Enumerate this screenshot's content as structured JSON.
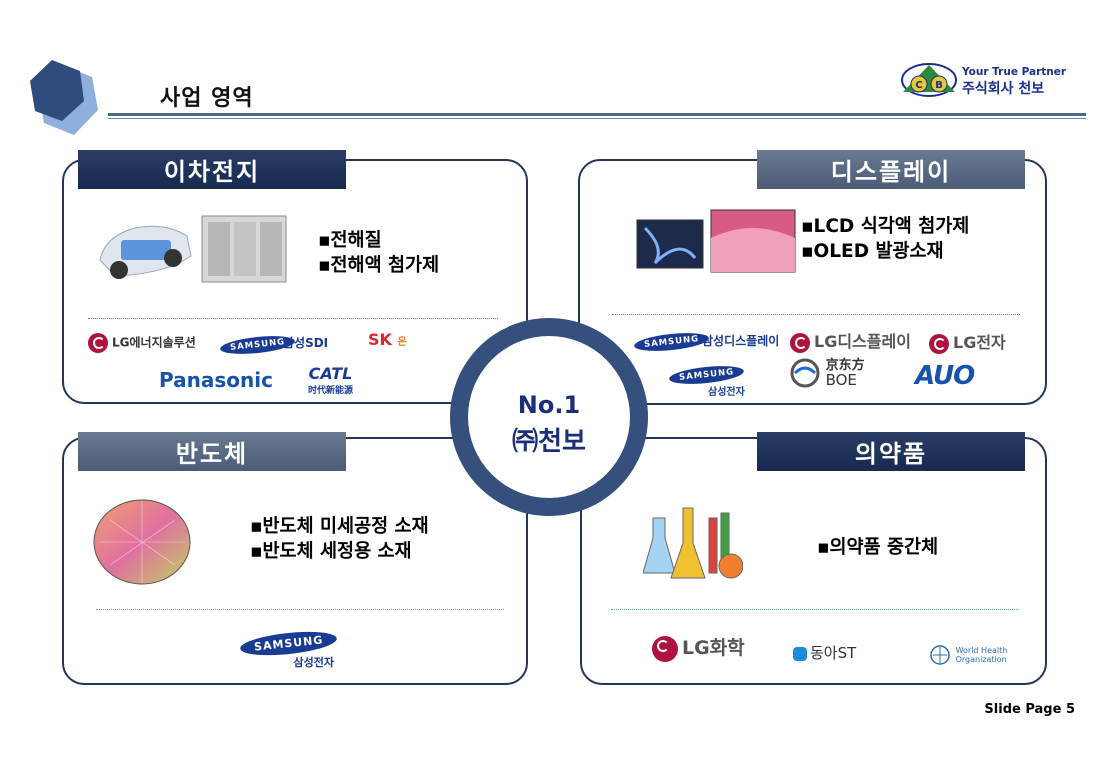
{
  "header": {
    "title": "사업 영역",
    "company_tagline": "Your True Partner",
    "company_name": "주식회사 천보",
    "company_logo_letters": [
      "C",
      "B"
    ]
  },
  "panels": {
    "battery": {
      "tab": "이차전지",
      "bullets": [
        "▪전해질",
        "▪전해액 첨가제"
      ],
      "customers": [
        "LG에너지솔루션",
        "SAMSUNG",
        "삼성SDI",
        "SK",
        "온",
        "Panasonic",
        "CATL",
        "时代新能源"
      ]
    },
    "display": {
      "tab": "디스플레이",
      "bullets": [
        "▪LCD 식각액 첨가제",
        "▪OLED 발광소재"
      ],
      "customers": [
        "SAMSUNG",
        "삼성디스플레이",
        "LG디스플레이",
        "LG전자",
        "SAMSUNG",
        "삼성전자",
        "京东方",
        "BOE",
        "AUO"
      ]
    },
    "semiconductor": {
      "tab": "반도체",
      "bullets": [
        "▪반도체 미세공정 소재",
        "▪반도체 세정용 소재"
      ],
      "customers": [
        "SAMSUNG",
        "삼성전자"
      ]
    },
    "pharma": {
      "tab": "의약품",
      "bullets": [
        "▪의약품 중간체"
      ],
      "customers": [
        "LG화학",
        "동아ST",
        "World Health",
        "Organization"
      ]
    }
  },
  "center": {
    "line1": "No.1",
    "line2": "㈜천보"
  },
  "footer": {
    "page": "Slide Page 5"
  }
}
